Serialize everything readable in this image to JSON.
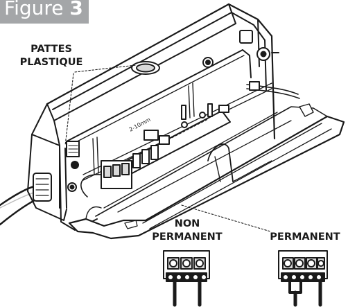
{
  "figure": {
    "prefix": "Figure",
    "number": "3"
  },
  "labels": {
    "pattes_line1": "PATTES",
    "pattes_line2": "PLASTIQUE",
    "non_line1": "NON",
    "non_line2": "PERMANENT",
    "permanent": "PERMANENT"
  },
  "board_marking": "2-10mm",
  "colors": {
    "tag_background": "#a4a6a8",
    "line": "#1a1a1a",
    "fill_grey": "#d9d9d9"
  }
}
